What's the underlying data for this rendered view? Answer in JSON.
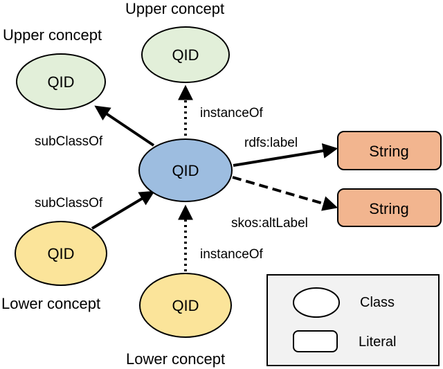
{
  "nodes": {
    "center": {
      "label": "QID",
      "fill": "#9dbde0"
    },
    "upper_left": {
      "label": "QID",
      "caption": "Upper concept",
      "fill": "#e2efd9"
    },
    "upper_top": {
      "label": "QID",
      "caption": "Upper concept",
      "fill": "#e2efd9"
    },
    "lower_left": {
      "label": "QID",
      "caption": "Lower concept",
      "fill": "#fbe49a"
    },
    "lower_bottom": {
      "label": "QID",
      "caption": "Lower concept",
      "fill": "#fbe49a"
    },
    "literal_label": {
      "label": "String",
      "fill": "#f2b58f"
    },
    "literal_altlabel": {
      "label": "String",
      "fill": "#f2b58f"
    }
  },
  "edges": {
    "subclass_upper": {
      "label": "subClassOf",
      "style": "solid"
    },
    "instance_upper": {
      "label": "instanceOf",
      "style": "dotted"
    },
    "subclass_lower": {
      "label": "subClassOf",
      "style": "solid"
    },
    "instance_lower": {
      "label": "instanceOf",
      "style": "dotted"
    },
    "rdfs_label": {
      "label": "rdfs:label",
      "style": "solid"
    },
    "skos_altlabel": {
      "label": "skos:altLabel",
      "style": "dashed"
    }
  },
  "legend": {
    "class_label": "Class",
    "literal_label": "Literal",
    "background": "#f2f2f2"
  }
}
